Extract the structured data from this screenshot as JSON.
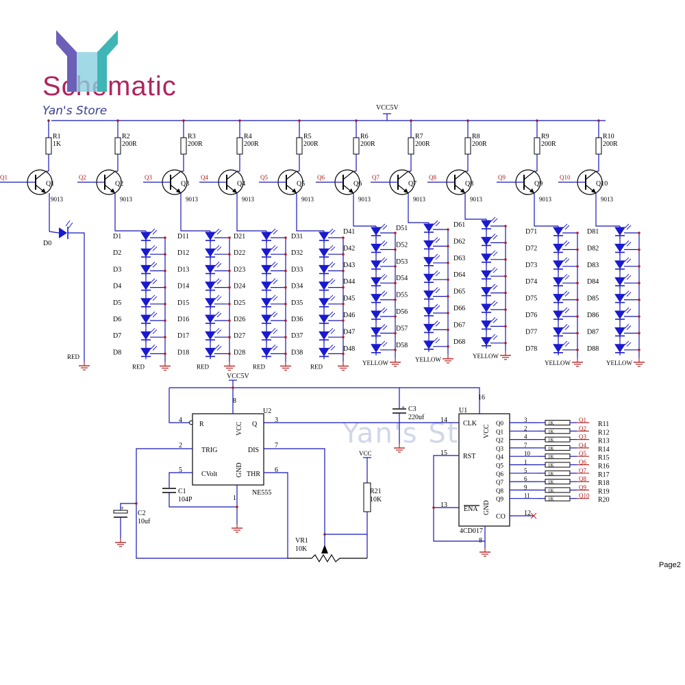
{
  "header": {
    "title": "Schematic",
    "store": "Yan's Store",
    "page": "Page2",
    "watermark": "Yan's Store"
  },
  "supply": {
    "vcc_top": "VCC5V",
    "vcc_555": "VCC5V",
    "vcc_pot": "VCC"
  },
  "stages": [
    {
      "q": "Q1",
      "qin": "Q1",
      "r": "R1",
      "rv": "1K",
      "model": "9013"
    },
    {
      "q": "Q2",
      "qin": "Q2",
      "r": "R2",
      "rv": "200R",
      "model": "9013"
    },
    {
      "q": "Q3",
      "qin": "Q3",
      "r": "R3",
      "rv": "200R",
      "model": "9013"
    },
    {
      "q": "Q4",
      "qin": "Q4",
      "r": "R4",
      "rv": "200R",
      "model": "9013"
    },
    {
      "q": "Q5",
      "qin": "Q5",
      "r": "R5",
      "rv": "200R",
      "model": "9013"
    },
    {
      "q": "Q6",
      "qin": "Q6",
      "r": "R6",
      "rv": "200R",
      "model": "9013"
    },
    {
      "q": "Q7",
      "qin": "Q7",
      "r": "R7",
      "rv": "200R",
      "model": "9013"
    },
    {
      "q": "Q8",
      "qin": "Q8",
      "r": "R8",
      "rv": "200R",
      "model": "9013"
    },
    {
      "q": "Q9",
      "qin": "Q9",
      "r": "R9",
      "rv": "200R",
      "model": "9013"
    },
    {
      "q": "Q10",
      "qin": "Q10",
      "r": "R10",
      "rv": "200R",
      "model": "9013"
    }
  ],
  "d0": {
    "label": "D0",
    "color": "RED"
  },
  "banks": [
    {
      "labels": [
        "D1",
        "D2",
        "D3",
        "D4",
        "D5",
        "D6",
        "D7",
        "D8"
      ],
      "color": "RED"
    },
    {
      "labels": [
        "D11",
        "D12",
        "D13",
        "D14",
        "D15",
        "D16",
        "D17",
        "D18"
      ],
      "color": "RED"
    },
    {
      "labels": [
        "D21",
        "D22",
        "D23",
        "D24",
        "D25",
        "D26",
        "D27",
        "D28"
      ],
      "color": "RED"
    },
    {
      "labels": [
        "D31",
        "D32",
        "D33",
        "D34",
        "D35",
        "D36",
        "D37",
        "D38"
      ],
      "color": "RED"
    },
    {
      "labels": [
        "D41",
        "D42",
        "D43",
        "D44",
        "D45",
        "D46",
        "D47",
        "D48"
      ],
      "color": "YELLOW"
    },
    {
      "labels": [
        "D51",
        "D52",
        "D53",
        "D54",
        "D55",
        "D56",
        "D57",
        "D58"
      ],
      "color": "YELLOW"
    },
    {
      "labels": [
        "D61",
        "D62",
        "D63",
        "D64",
        "D65",
        "D66",
        "D67",
        "D68"
      ],
      "color": "YELLOW"
    },
    {
      "labels": [
        "D71",
        "D72",
        "D73",
        "D74",
        "D75",
        "D76",
        "D77",
        "D78"
      ],
      "color": "YELLOW"
    },
    {
      "labels": [
        "D81",
        "D82",
        "D83",
        "D84",
        "D85",
        "D86",
        "D87",
        "D88"
      ],
      "color": "YELLOW"
    }
  ],
  "ne555": {
    "ref": "U2",
    "part": "NE555",
    "R": "R",
    "TRIG": "TRIG",
    "CVolt": "CVolt",
    "VCC": "VCC",
    "Q": "Q",
    "DIS": "DIS",
    "GND": "GND",
    "THR": "THR",
    "p4": "4",
    "p2": "2",
    "p5": "5",
    "p8": "8",
    "p3": "3",
    "p7": "7",
    "p6": "6",
    "p1": "1"
  },
  "cd4017": {
    "ref": "U1",
    "part": "4CD017",
    "CLK": "CLK",
    "RST": "RST",
    "ENA": "ENA",
    "VCC": "VCC",
    "GND": "GND",
    "CO": "CO",
    "p14": "14",
    "p15": "15",
    "p13": "13",
    "p16": "16",
    "p8": "8",
    "p12": "12",
    "outs": [
      "Q0",
      "Q1",
      "Q2",
      "Q3",
      "Q4",
      "Q5",
      "Q6",
      "Q7",
      "Q8",
      "Q9"
    ],
    "pins": [
      "3",
      "2",
      "4",
      "7",
      "10",
      "1",
      "5",
      "6",
      "9",
      "11"
    ]
  },
  "outres": {
    "value": "1K",
    "nets": [
      "Q1",
      "Q2",
      "Q3",
      "Q4",
      "Q5",
      "Q6",
      "Q7",
      "Q8",
      "Q9",
      "Q10"
    ],
    "refs": [
      "R11",
      "R12",
      "R13",
      "R14",
      "R15",
      "R16",
      "R17",
      "R18",
      "R19",
      "R20"
    ]
  },
  "caps": {
    "c1": "C1",
    "c1v": "104P",
    "c2": "C2",
    "c2v": "10uf",
    "c3": "C3",
    "c3v": "220uf"
  },
  "pot": {
    "ref": "VR1",
    "value": "10K"
  },
  "r21": {
    "ref": "R21",
    "value": "10K"
  },
  "colors": {
    "wire": "#1414b8",
    "pin": "#b02020",
    "text": "#000000",
    "led": "#1a1ad0",
    "gnd": "#b02020",
    "accent": "#b0245f"
  }
}
